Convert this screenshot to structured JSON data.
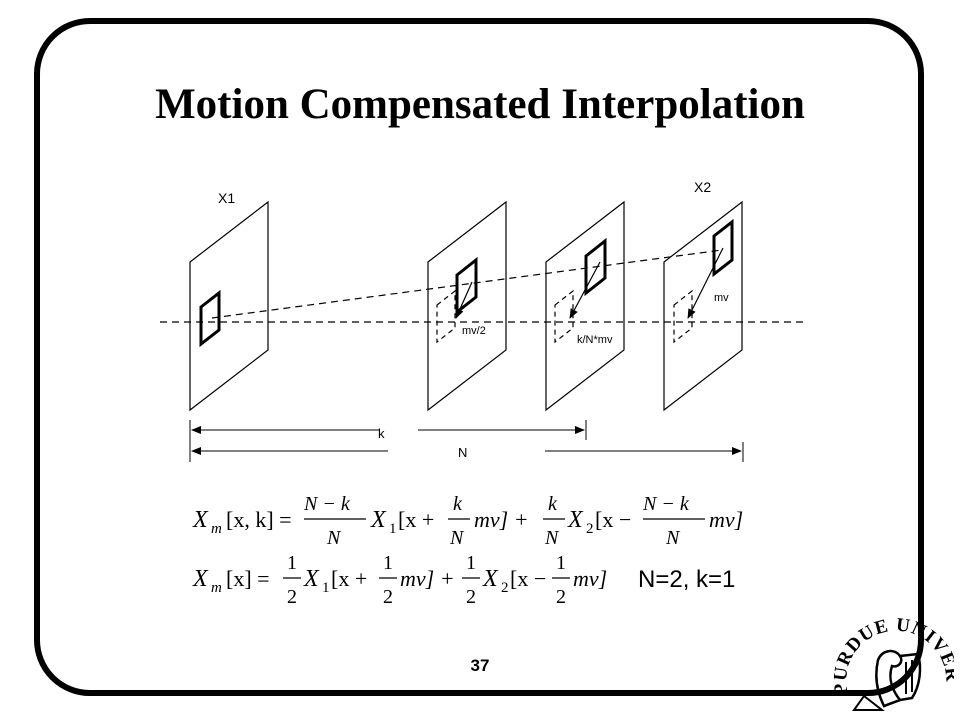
{
  "slide": {
    "title": "Motion Compensated Interpolation",
    "page_number": "37",
    "condition": "N=2, k=1"
  },
  "diagram": {
    "frame_labels": [
      "X1",
      "X2"
    ],
    "vector_labels": [
      "mv/2",
      "k/N*mv",
      "mv"
    ],
    "distance_labels": [
      "k",
      "N"
    ]
  },
  "equations": {
    "eq1": {
      "lhs": "X",
      "lhs_sub": "m",
      "lhs_args": "[x, k] =",
      "frac1_num": "N − k",
      "frac1_den": "N",
      "term1": "X",
      "term1_sub": "1",
      "term1_args": "[x +",
      "frac2_num": "k",
      "frac2_den": "N",
      "mv1": "mv] +",
      "frac3_num": "k",
      "frac3_den": "N",
      "term2": "X",
      "term2_sub": "2",
      "term2_args": "[x −",
      "frac4_num": "N − k",
      "frac4_den": "N",
      "mv2": "mv]"
    },
    "eq2": {
      "lhs": "X",
      "lhs_sub": "m",
      "lhs_args": "[x] =",
      "frac1_num": "1",
      "frac1_den": "2",
      "term1": "X",
      "term1_sub": "1",
      "term1_args": "[x +",
      "frac2_num": "1",
      "frac2_den": "2",
      "mv1": "mv] +",
      "frac3_num": "1",
      "frac3_den": "2",
      "term2": "X",
      "term2_sub": "2",
      "term2_args": "[x −",
      "frac4_num": "1",
      "frac4_den": "2",
      "mv2": "mv]"
    }
  },
  "logo": {
    "text": "PURDUE UNIVERSITY"
  }
}
